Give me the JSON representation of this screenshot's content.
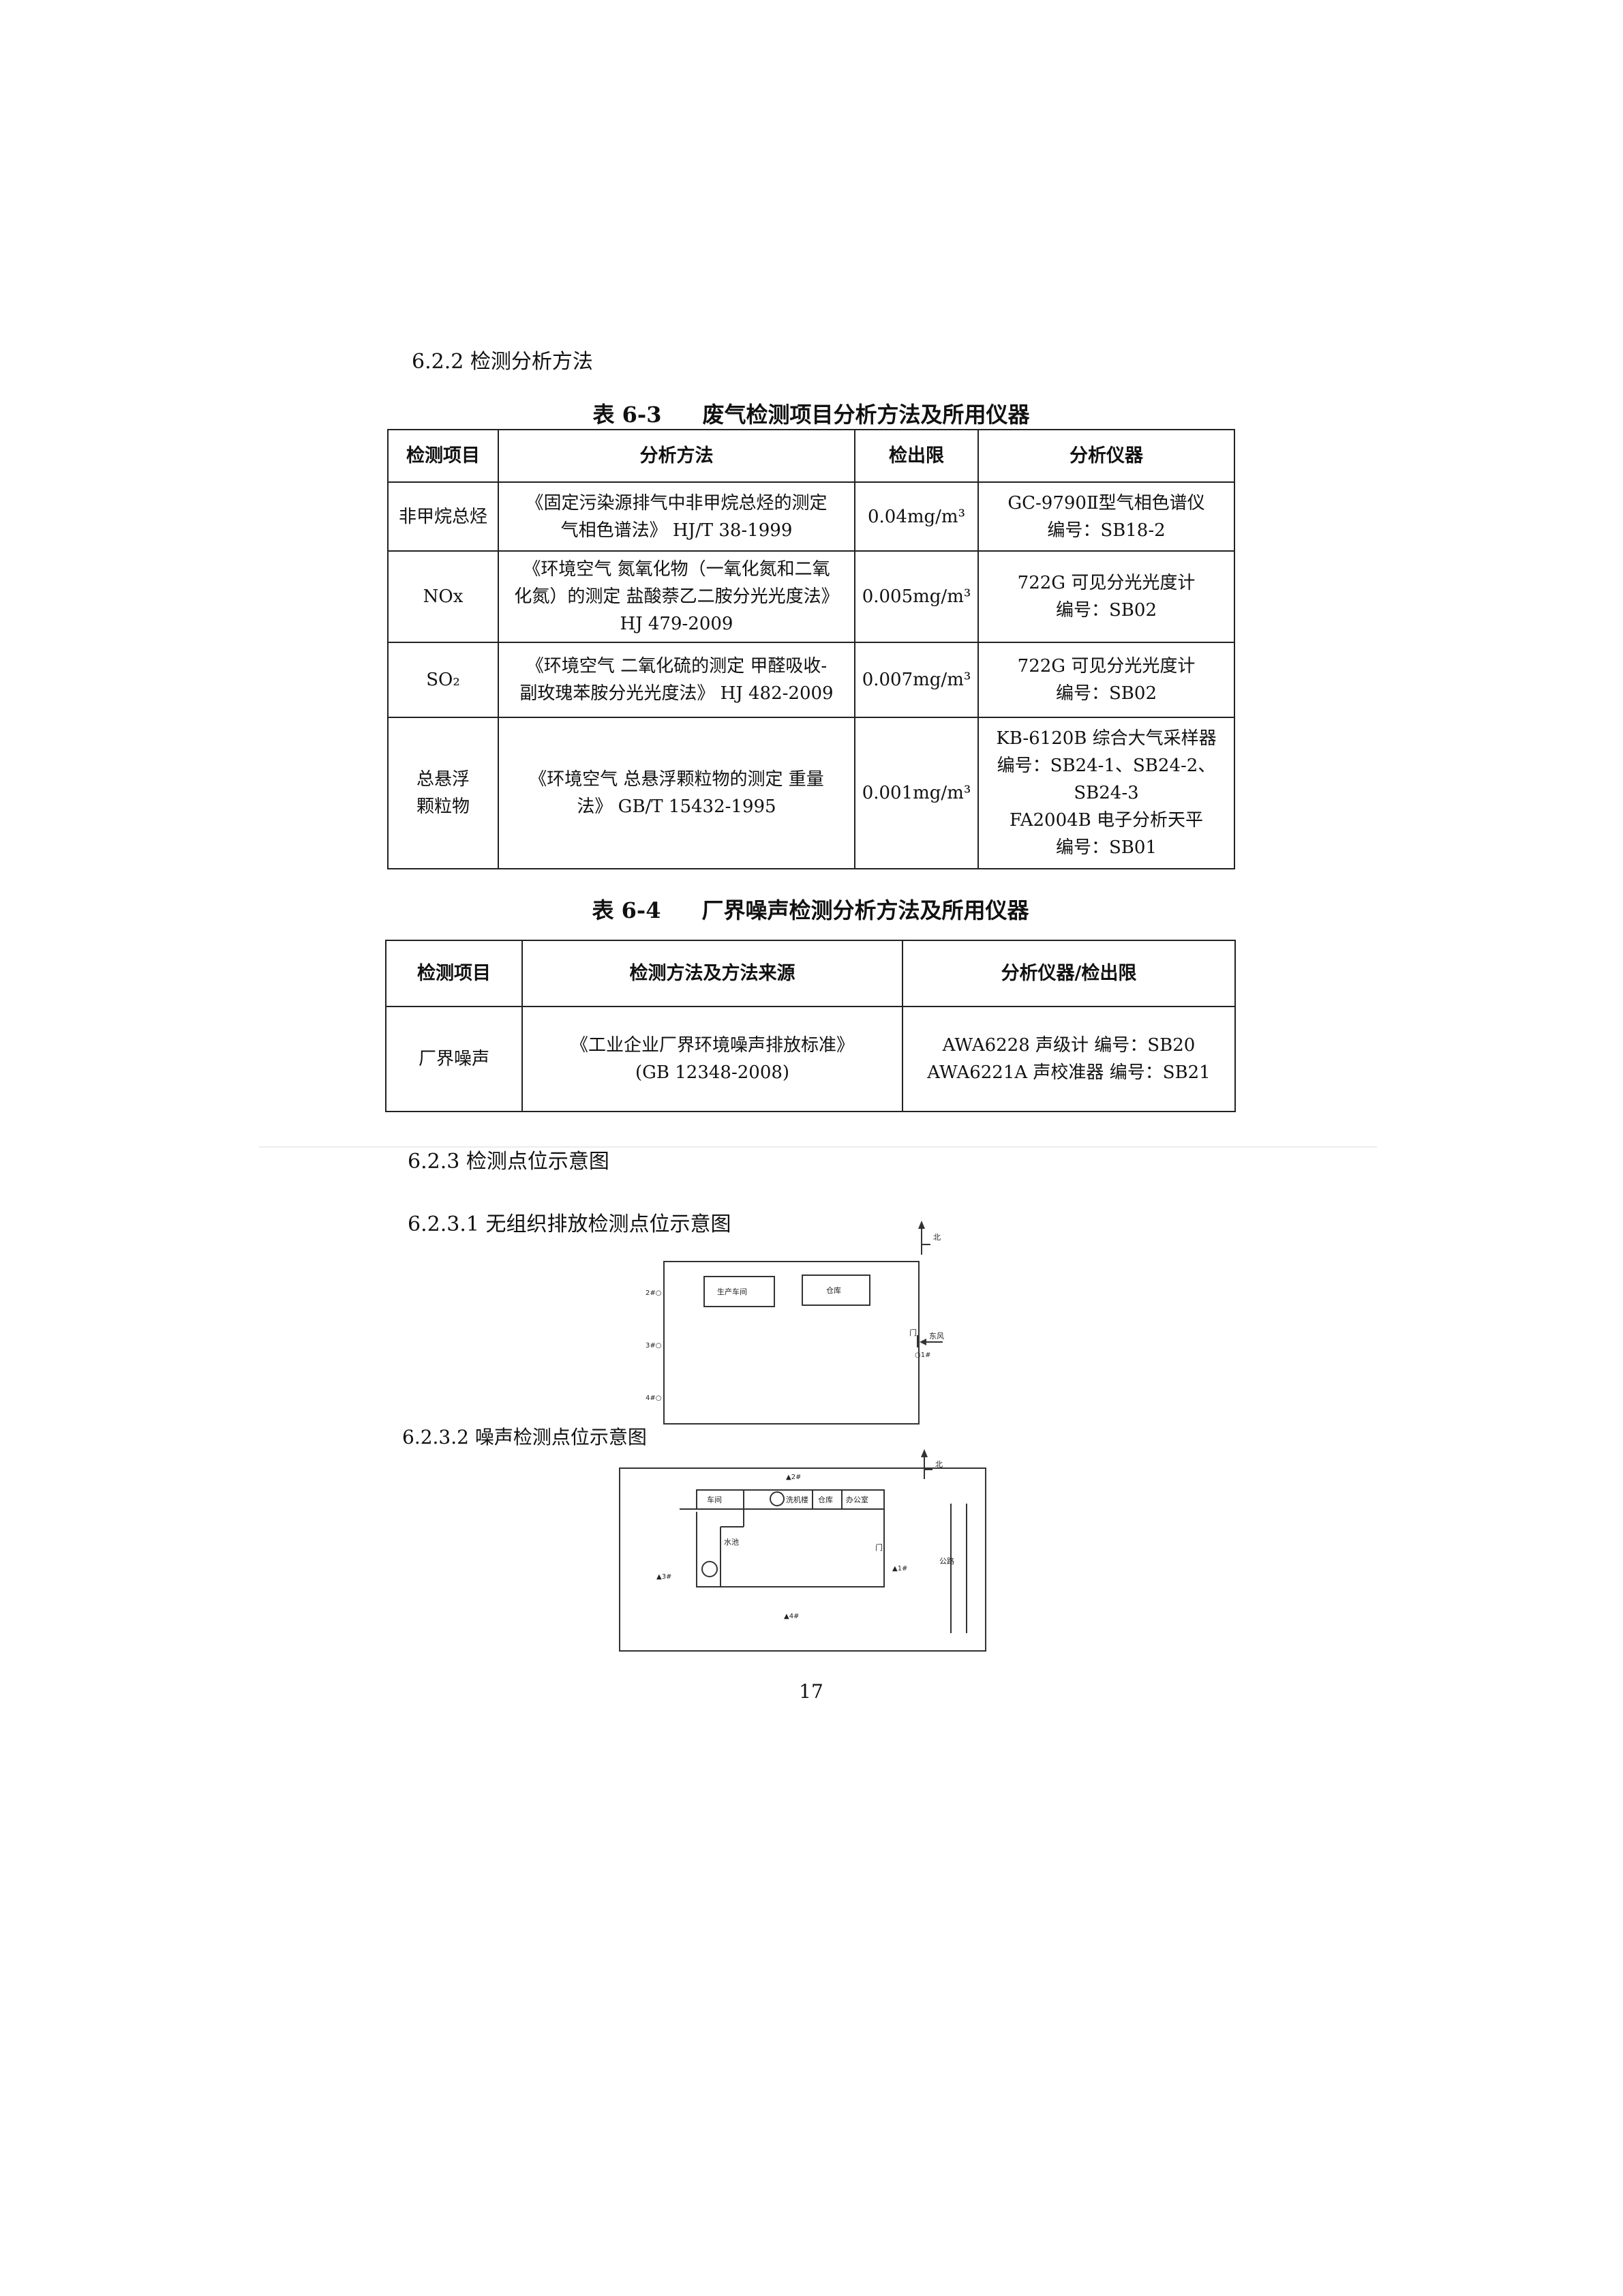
{
  "section_622": "6.2.2 检测分析方法",
  "table63": {
    "caption_no": "表 6-3",
    "caption_title": "废气检测项目分析方法及所用仪器",
    "headers": [
      "检测项目",
      "分析方法",
      "检出限",
      "分析仪器"
    ],
    "rows": [
      {
        "item": "非甲烷总烃",
        "method": [
          "《固定污染源排气中非甲烷总烃的测定",
          "气相色谱法》 HJ/T 38-1999"
        ],
        "limit": "0.04mg/m³",
        "instrument": [
          "GC-9790Ⅱ型气相色谱仪",
          "编号：SB18-2"
        ]
      },
      {
        "item": "NOx",
        "method": [
          "《环境空气 氮氧化物（一氧化氮和二氧",
          "化氮）的测定 盐酸萘乙二胺分光光度法》",
          "HJ 479-2009"
        ],
        "limit": "0.005mg/m³",
        "instrument": [
          "722G 可见分光光度计",
          "编号：SB02"
        ]
      },
      {
        "item": "SO₂",
        "method": [
          "《环境空气 二氧化硫的测定 甲醛吸收-",
          "副玫瑰苯胺分光光度法》 HJ 482-2009"
        ],
        "limit": "0.007mg/m³",
        "instrument": [
          "722G 可见分光光度计",
          "编号：SB02"
        ]
      },
      {
        "item": [
          "总悬浮",
          "颗粒物"
        ],
        "method": [
          "《环境空气 总悬浮颗粒物的测定 重量",
          "法》 GB/T 15432-1995"
        ],
        "limit": "0.001mg/m³",
        "instrument": [
          "KB-6120B 综合大气采样器",
          "编号：SB24-1、SB24-2、",
          "SB24-3",
          "FA2004B 电子分析天平",
          "编号：SB01"
        ]
      }
    ]
  },
  "table64": {
    "caption_no": "表 6-4",
    "caption_title": "厂界噪声检测分析方法及所用仪器",
    "headers": [
      "检测项目",
      "检测方法及方法来源",
      "分析仪器/检出限"
    ],
    "rows": [
      {
        "item": "厂界噪声",
        "method": [
          "《工业企业厂界环境噪声排放标准》",
          "(GB 12348-2008)"
        ],
        "instrument": [
          "AWA6228 声级计 编号：SB20",
          "AWA6221A 声校准器 编号：SB21"
        ]
      }
    ]
  },
  "section_623": "6.2.3 检测点位示意图",
  "section_6231": "6.2.3.1 无组织排放检测点位示意图",
  "diagram1": {
    "north": "北",
    "workshop": "生产车间",
    "warehouse": "仓库",
    "door": "门",
    "wind": "东风",
    "p1": "○1#",
    "p2": "2#○",
    "p3": "3#○",
    "p4": "4#○"
  },
  "section_6232": "6.2.3.2 噪声检测点位示意图",
  "diagram2": {
    "north": "北",
    "workshop": "车间",
    "machine": "洗机楼",
    "warehouse": "仓库",
    "office": "办公室",
    "water_tank": "水池",
    "road": "公路",
    "door": "门",
    "p1": "▲1#",
    "p2": "▲2#",
    "p3": "▲3#",
    "p4": "▲4#"
  },
  "page_number": "17"
}
